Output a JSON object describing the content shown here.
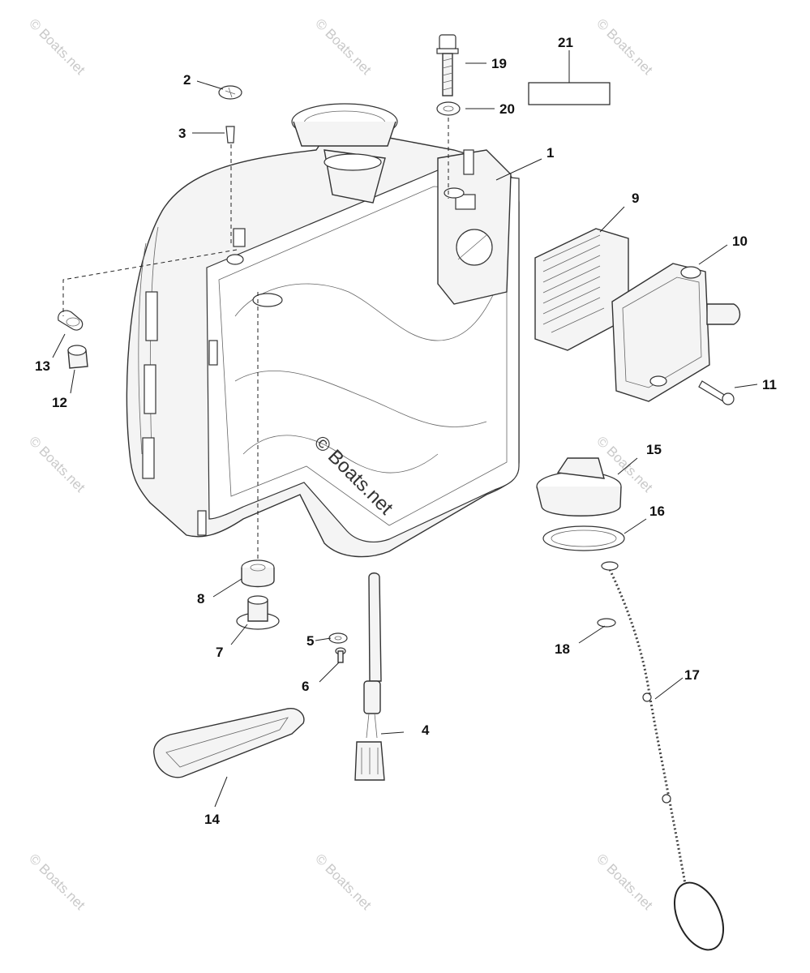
{
  "watermark": "© Boats.net",
  "center_watermark": "© Boats.net",
  "callouts": {
    "c1": "1",
    "c2": "2",
    "c3": "3",
    "c4": "4",
    "c5": "5",
    "c6": "6",
    "c7": "7",
    "c8": "8",
    "c9": "9",
    "c10": "10",
    "c11": "11",
    "c12": "12",
    "c13": "13",
    "c14": "14",
    "c15": "15",
    "c16": "16",
    "c17": "17",
    "c18": "18",
    "c19": "19",
    "c20": "20",
    "c21": "21"
  }
}
